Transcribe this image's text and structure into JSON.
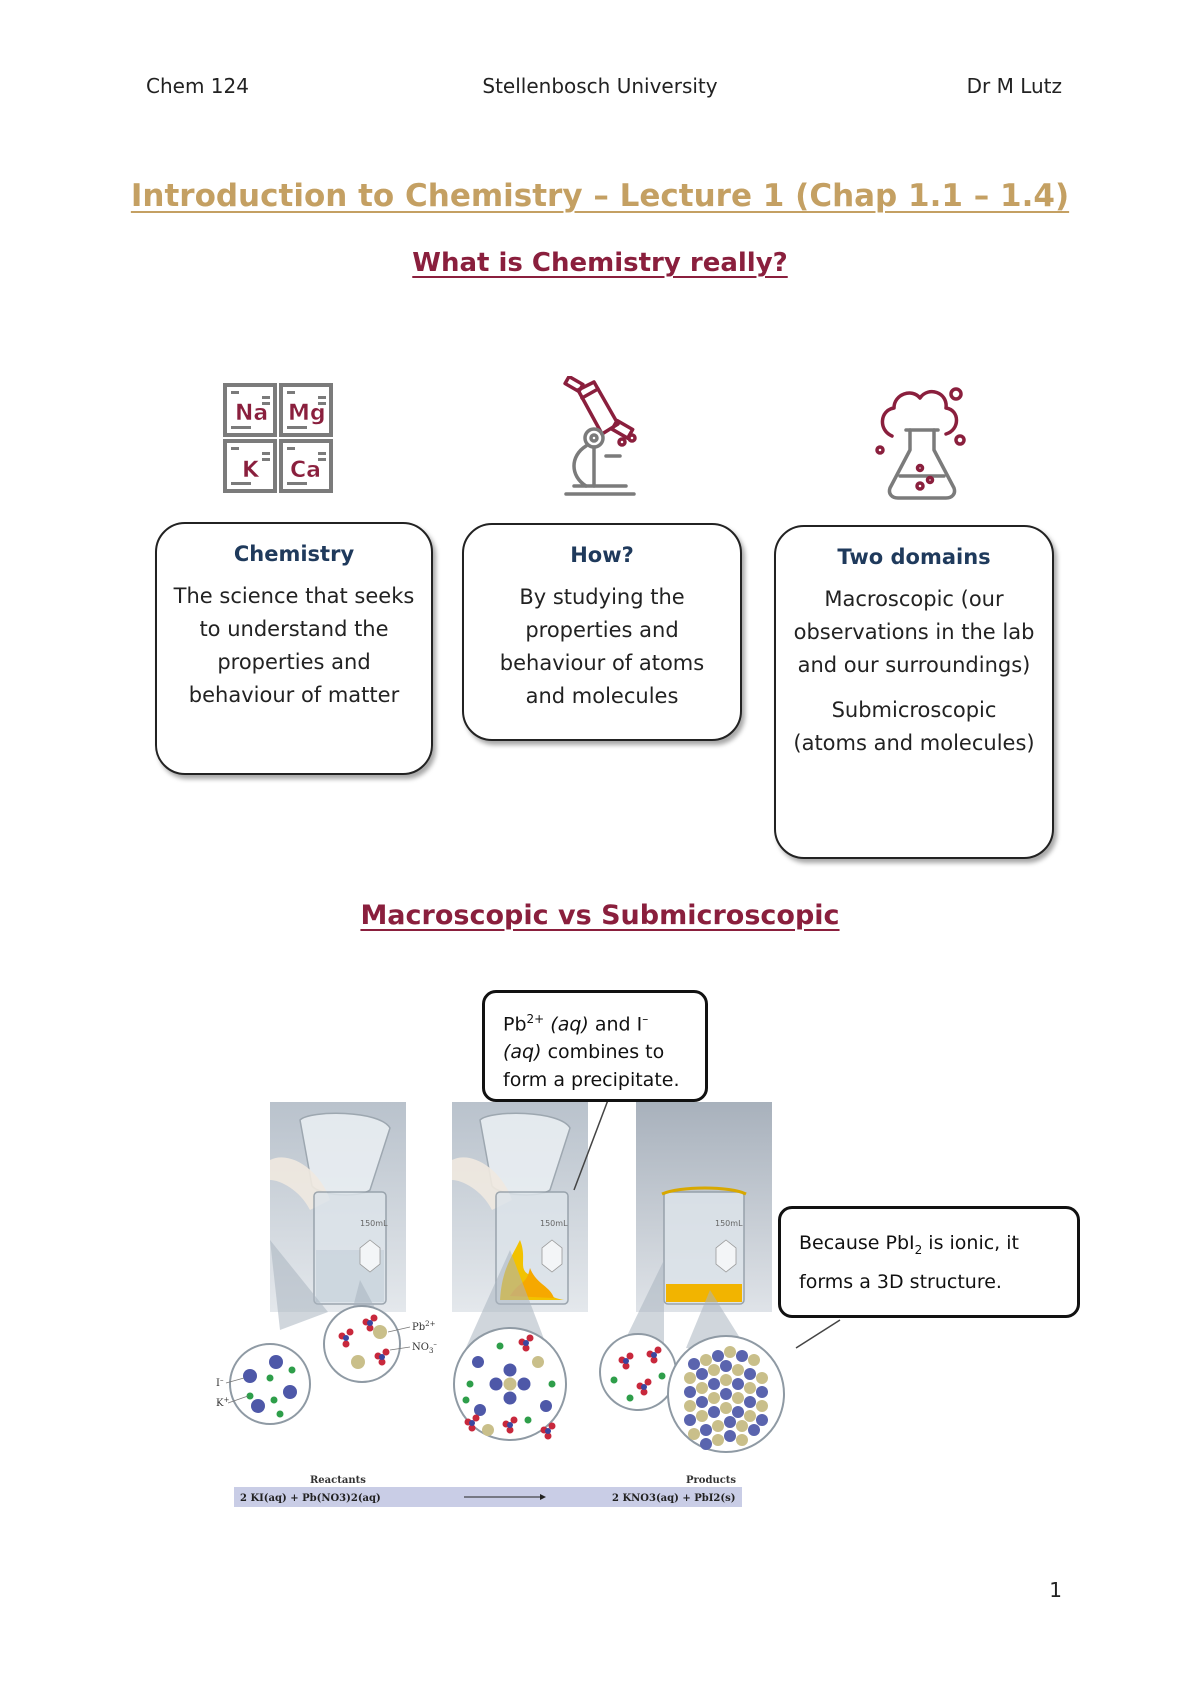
{
  "header": {
    "course": "Chem 124",
    "institution": "Stellenbosch University",
    "author": "Dr M Lutz"
  },
  "title": "Introduction to Chemistry – Lecture 1 (Chap 1.1 – 1.4)",
  "subtitle": "What is Chemistry really?",
  "icons": {
    "periodic": {
      "name": "periodic-table-icon",
      "elements": [
        "Na",
        "Mg",
        "K",
        "Ca"
      ]
    },
    "microscope": {
      "name": "microscope-icon"
    },
    "flask": {
      "name": "flask-icon"
    }
  },
  "cards": [
    {
      "heading": "Chemistry",
      "body": [
        "The science that seeks to understand the properties and behaviour of matter"
      ]
    },
    {
      "heading": "How?",
      "body": [
        "By studying the properties and behaviour of atoms and molecules"
      ]
    },
    {
      "heading": "Two domains",
      "body": [
        "Macroscopic (our observations in the lab and our surroundings)",
        "Submicroscopic (atoms and molecules)"
      ]
    }
  ],
  "section2": "Macroscopic vs Submicroscopic",
  "callouts": {
    "precipitate": {
      "pb": "Pb",
      "pb_charge": "2+",
      "aq1": "(aq)",
      "and": "and I",
      "i_charge": "–",
      "aq2": "(aq)",
      "rest": "combines to form a precipitate."
    },
    "ionic": {
      "a": "Because PbI",
      "sub": "2",
      "b": "is ionic, it forms a 3D structure."
    }
  },
  "figure": {
    "labels": {
      "pb": "Pb",
      "pb_sup": "2+",
      "no3": "NO",
      "no3_sub": "3",
      "no3_sup": "–",
      "i": "I",
      "i_sup": "–",
      "k": "K",
      "k_sup": "+",
      "beaker": "150mL"
    },
    "reactants_label": "Reactants",
    "products_label": "Products",
    "reactants_equation": "2 KI(aq) + Pb(NO3)2(aq)",
    "products_equation": "2 KNO3(aq) + PbI2(s)"
  },
  "page_number": "1"
}
